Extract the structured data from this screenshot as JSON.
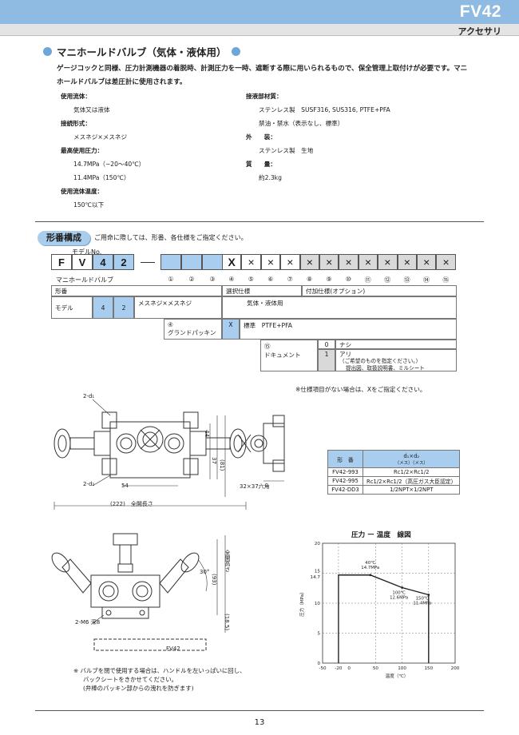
{
  "header": {
    "code": "FV42",
    "subtitle": "アクセサリ"
  },
  "section": {
    "title": "マニホールドバルブ（気体・液体用）",
    "lead": "ゲージコックと同様、圧力計測機器の着脱時、計測圧力を一時、遮断する際に用いられるもので、保全管理上取付けが必要です。マニホールドバルブは差圧計に使用されます。"
  },
  "specs_left": [
    {
      "label": "使用流体：",
      "value": "気体又は液体"
    },
    {
      "label": "接続形式：",
      "value": "メスネジ×メスネジ"
    },
    {
      "label": "最高使用圧力：",
      "values": [
        "14.7MPa（−20〜40℃）",
        "11.4MPa（150℃）"
      ]
    },
    {
      "label": "使用流体温度：",
      "value": "150℃以下"
    }
  ],
  "specs_right": {
    "wetted_label": "接液部材質：",
    "wetted_value": "ステンレス製　SUSF316, SUS316, PTFE+PFA",
    "wetted_note": "禁油・禁水（表示なし、標準）",
    "exterior_label": "外　　装：",
    "exterior_value": "ステンレス製　生地",
    "mass_label": "質　　量：",
    "mass_value": "約2.3kg"
  },
  "model": {
    "pill": "形番構成",
    "note": "ご用命に際しては、形番、各仕様をご指定ください。",
    "model_no_label": "モデルNo.",
    "prefix": [
      "F",
      "V",
      "4",
      "2"
    ],
    "x_mark": "X",
    "cross": "×",
    "product_label": "マニホールドバルブ",
    "circled_left": [
      "①",
      "②",
      "③"
    ],
    "circled_right": [
      "④",
      "⑤",
      "⑥",
      "⑦",
      "⑧",
      "⑨",
      "⑩",
      "⑪",
      "⑫",
      "⑬",
      "⑭",
      "⑮"
    ],
    "col_model": "形番",
    "col_select": "選択仕様",
    "col_option": "付加仕様(オプション)",
    "row_model": "モデル",
    "row_d1": "4",
    "row_d2": "2",
    "row_conn": "メスネジ×メスネジ",
    "row_fluid": "気体・液体用",
    "gland_num": "④",
    "gland_label": "グランドパッキン",
    "gland_code": "X",
    "gland_desc": "標準　PTFE+PFA",
    "doc_num": "⑮",
    "doc_label": "ドキュメント",
    "doc_code0": "0",
    "doc_desc0": "ナシ",
    "doc_code1": "1",
    "doc_desc1": "アリ",
    "doc_note1": "（ご希望のものを指定ください。）",
    "doc_note2": "提出図、取扱説明書、ミルシート",
    "x_note": "※仕様項目がない場合は、Xをご指定ください。"
  },
  "drawing": {
    "d1": "2-d₁",
    "d2": "2-d₂",
    "dim54": "54",
    "dim222": "(222)　全開長さ",
    "dim44": "44",
    "dim37": "37",
    "dim81": "(81)",
    "hex": "32×37六角",
    "m6": "2-M6 深8",
    "dim30": "30°",
    "dim93": "(93)",
    "full_height": "全開高さ",
    "dim185": "(18.5)",
    "fv42_label": "FV42"
  },
  "table": {
    "h_model": "形　番",
    "h_size": "d₁×d₂",
    "h_unit": "（メス）（メス）",
    "rows": [
      [
        "FV42-993",
        "Rc1/2×Rc1/2"
      ],
      [
        "FV42-995",
        "Rc1/2×Rc1/2（高圧ガス大臣認定）"
      ],
      [
        "FV42-DD3",
        "1/2NPT×1/2NPT"
      ]
    ]
  },
  "chart_data": {
    "type": "line",
    "title": "圧力 ー 温度　線図",
    "xlabel": "温度（℃）",
    "ylabel": "圧力（MPa）",
    "xlim": [
      -50,
      200
    ],
    "ylim": [
      0,
      20
    ],
    "xticks": [
      -50,
      -20,
      0,
      50,
      100,
      150,
      200
    ],
    "yticks": [
      0,
      5,
      10,
      14.7,
      15,
      20
    ],
    "series": [
      {
        "x": [
          -20,
          -20,
          40,
          100,
          150,
          150
        ],
        "y": [
          0,
          14.7,
          14.7,
          12.6,
          11.4,
          0
        ]
      }
    ],
    "annotations": [
      {
        "x": 40,
        "y": 14.7,
        "text1": "40℃",
        "text2": "14.7MPa"
      },
      {
        "x": 100,
        "y": 12.6,
        "text1": "100℃",
        "text2": "12.6MPa"
      },
      {
        "x": 150,
        "y": 11.4,
        "text1": "150℃",
        "text2": "11.4MPa"
      }
    ]
  },
  "footnotes": [
    "※ バルブを閉で使用する場合は、ハンドルを左いっぱいに回し、",
    "バックシートをきかせてください。",
    "(弁棒のパッキン部からの洩れを防ぎます)"
  ],
  "page": {
    "number": "13"
  }
}
